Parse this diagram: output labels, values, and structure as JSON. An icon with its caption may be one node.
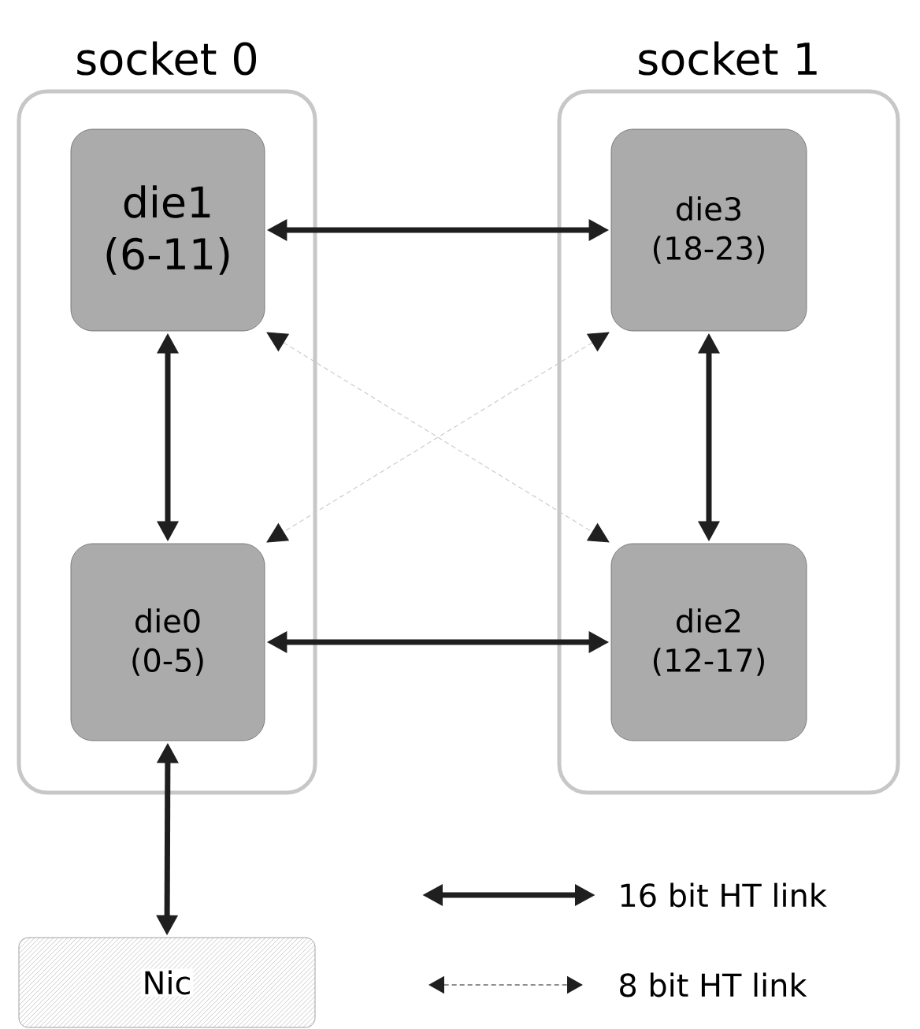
{
  "diagram": {
    "nodes": [
      {
        "text": [
          "socket 0"
        ]
      },
      {
        "text": [
          "socket 1"
        ]
      },
      {
        "text": [
          "die1 (6-11)"
        ],
        "in": 0
      },
      {
        "text": [
          "die0 (0-5)"
        ],
        "in": 0
      },
      {
        "text": [
          "die3 (18-23)"
        ],
        "in": 1
      },
      {
        "text": [
          "die2 (12-17)"
        ],
        "in": 1
      },
      {
        "text": [
          "Nic"
        ]
      }
    ],
    "edges": [
      {
        "from": 2,
        "to": 4,
        "arrow": "both"
      },
      {
        "from": 2,
        "to": 3,
        "arrow": "both"
      },
      {
        "from": 4,
        "to": 5,
        "arrow": "both"
      },
      {
        "from": 2,
        "to": 5,
        "arrow": "both",
        "style": "dashed",
        "color": "#cccccc"
      },
      {
        "from": 4,
        "to": 3,
        "arrow": "both",
        "style": "dashed",
        "color": "#cccccc"
      },
      {
        "from": 3,
        "to": 5,
        "arrow": "both"
      },
      {
        "from": 3,
        "to": 6,
        "arrow": "both"
      }
    ],
    "legend": [
      {
        "text": "16 bit HT link"
      },
      {
        "text": "8 bit HT link"
      }
    ]
  }
}
